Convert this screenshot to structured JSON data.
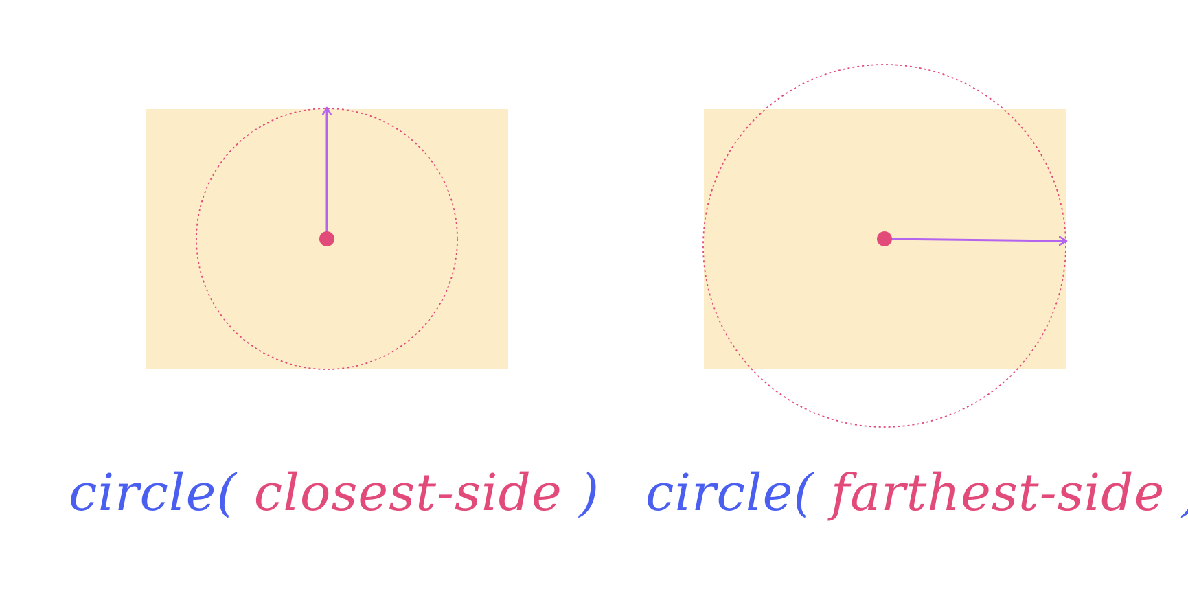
{
  "colors": {
    "rect_fill": "#fcedc8",
    "circle_stroke": "#e24a7a",
    "center_dot": "#e24a7a",
    "arrow": "#b464ee",
    "function_text": "#4a5ff0",
    "keyword_text": "#e24a7a"
  },
  "panels": [
    {
      "name": "closest-side",
      "caption": {
        "function": "circle(",
        "keyword": "closest-side",
        "close": ")"
      }
    },
    {
      "name": "farthest-side",
      "caption": {
        "function": "circle(",
        "keyword": "farthest-side",
        "close": ")"
      }
    }
  ]
}
